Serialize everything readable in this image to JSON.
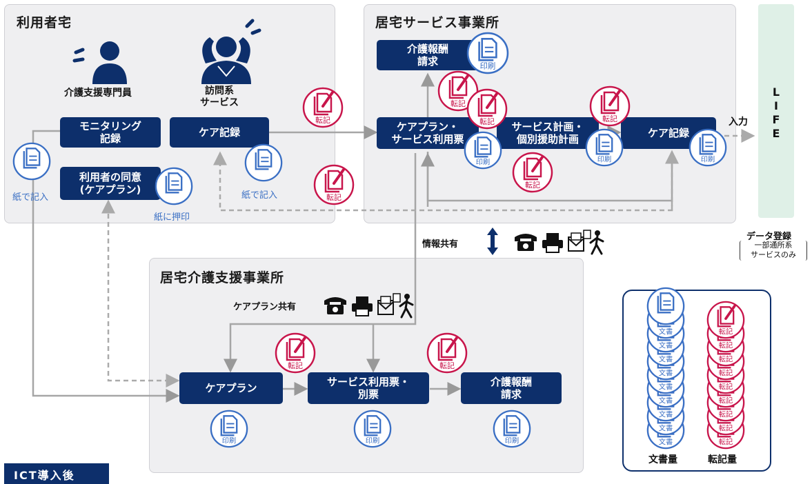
{
  "panels": {
    "user_home": "利用者宅",
    "service_office": "居宅サービス事業所",
    "support_office": "居宅介護支援事業所"
  },
  "people": {
    "care_manager": "介護支援専門員",
    "visit_service": "訪問系\nサービス"
  },
  "boxes": {
    "monitoring": "モニタリング\n記録",
    "consent": "利用者の同意\n(ケアプラン)",
    "care_record_home": "ケア記録",
    "fee_claim_top": "介護報酬\n請求",
    "careplan_usage": "ケアプラン・\nサービス利用票",
    "service_plan": "サービス計画・\n個別援助計画",
    "care_record_office": "ケア記録",
    "careplan": "ケアプラン",
    "usage_slip": "サービス利用票・\n別票",
    "fee_claim_bottom": "介護報酬\n請求"
  },
  "labels": {
    "paper_entry_1": "紙で記入",
    "paper_entry_2": "紙で記入",
    "paper_stamp": "紙に押印",
    "info_share": "情報共有",
    "careplan_share": "ケアプラン共有",
    "input": "入力",
    "life": "L\nI\nF\nE",
    "data_reg": "データ登録",
    "data_reg_note": "一部通所系\nサービスのみ",
    "print": "印刷",
    "transcribe": "転記",
    "doc": "文書",
    "doc_volume": "文書量",
    "transcribe_volume": "転記量",
    "ict_tab": "ICT導入後"
  },
  "colors": {
    "navy": "#0d2f6b",
    "blue": "#3a6fc4",
    "crimson": "#c8154b",
    "panel_gray": "#efeff1",
    "life_green": "#dff0e7"
  },
  "icons": [
    "document-icon",
    "transcribe-icon",
    "phone-icon",
    "printer-icon",
    "mail-icon",
    "person-walking-icon",
    "double-arrow-icon"
  ]
}
